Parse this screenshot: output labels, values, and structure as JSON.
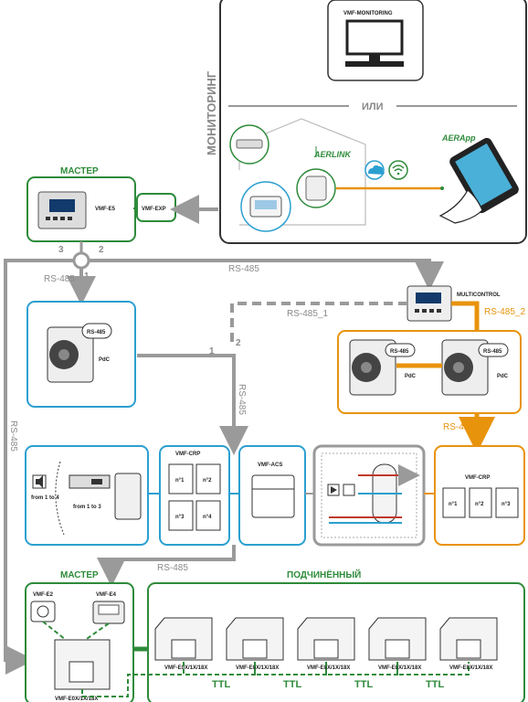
{
  "monitoring": {
    "title": "МОНИТОРИНГ",
    "vmf_monitoring": "VMF-MONITORING",
    "or": "ИЛИ",
    "aerlink": "AERLINK",
    "aerapp": "AERApp"
  },
  "master_top": {
    "title": "МАСТЕР",
    "vmf_e5": "VMF-E5",
    "vmf_exp": "VMF-EXP",
    "port3": "3",
    "port2": "2",
    "port1": "1"
  },
  "multicontrol": "MULTICONTROL",
  "rs485": {
    "generic": "RS-485",
    "rs485_1": "RS-485_1",
    "rs485_2": "RS-485_2",
    "num1": "1",
    "num2": "2"
  },
  "pdc": {
    "badge": "RS-485",
    "label": "PdC"
  },
  "room": {
    "from1to4": "from 1 to 4",
    "from1to3": "from 1 to 3"
  },
  "vmf_crp": {
    "title": "VMF-CRP",
    "modules": [
      "n°1",
      "n°2",
      "n°3",
      "n°4"
    ]
  },
  "vmf_crp_right": {
    "title": "VMF-CRP",
    "modules": [
      "n°1",
      "n°2",
      "n°3"
    ]
  },
  "vmf_acs": "VMF-ACS",
  "master_bottom": {
    "title": "МАСТЕР",
    "vmf_e2": "VMF-E2",
    "vmf_e4": "VMF-E4",
    "unit": "VMF-E0X/1X/18X"
  },
  "slave": {
    "title": "ПОДЧИНЁННЫЙ",
    "unit": "VMF-E0X/1X/18X",
    "ttl": "TTL"
  },
  "colors": {
    "green": "#2e8b3a",
    "blue": "#2b9fd0",
    "orange": "#e8930c",
    "gray": "#9a9a9a",
    "dark": "#333333"
  }
}
